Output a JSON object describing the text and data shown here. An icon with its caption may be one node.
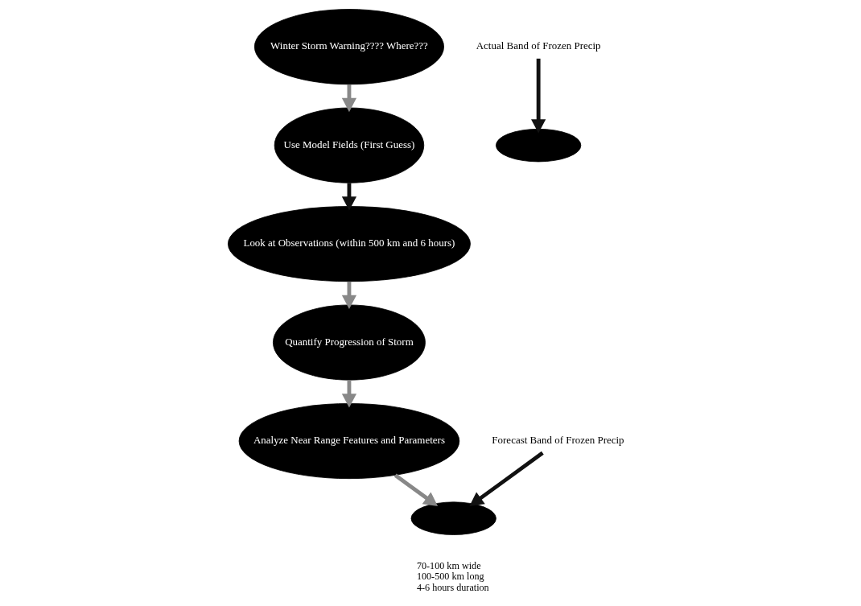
{
  "diagram": {
    "nodes": [
      {
        "text": [
          "Winter Storm Warning???? Where???"
        ]
      },
      {
        "text": [
          "Use Model Fields (First Guess)"
        ]
      },
      {
        "text": [
          "Look at Observations (within 500 km and 6 hours)"
        ]
      },
      {
        "text": [
          "Quantify Progression of Storm"
        ]
      },
      {
        "text": [
          "Analyze Near Range Features and Parameters"
        ]
      },
      {
        "text": [
          "Forecast Band of Frozen Precip"
        ]
      },
      {
        "text": [
          "Actual Band of Frozen Precip"
        ]
      },
      {
        "text": [],
        "shape": "ellipse"
      },
      {
        "text": [],
        "shape": "ellipse"
      }
    ],
    "edges": [
      {
        "from": 0,
        "to": 1,
        "arrow": "to"
      },
      {
        "from": 1,
        "to": 2,
        "arrow": "to",
        "color": "#111111"
      },
      {
        "from": 2,
        "to": 3,
        "arrow": "to"
      },
      {
        "from": 3,
        "to": 4,
        "arrow": "to"
      },
      {
        "from": 4,
        "to": 8,
        "arrow": "to"
      },
      {
        "from": 5,
        "to": 8,
        "arrow": "to",
        "color": "#111111"
      },
      {
        "from": 6,
        "to": 7,
        "arrow": "to",
        "color": "#111111"
      }
    ],
    "labels": [
      "70-100 km wide",
      "100-500 km long",
      "4-6 hours duration"
    ]
  }
}
